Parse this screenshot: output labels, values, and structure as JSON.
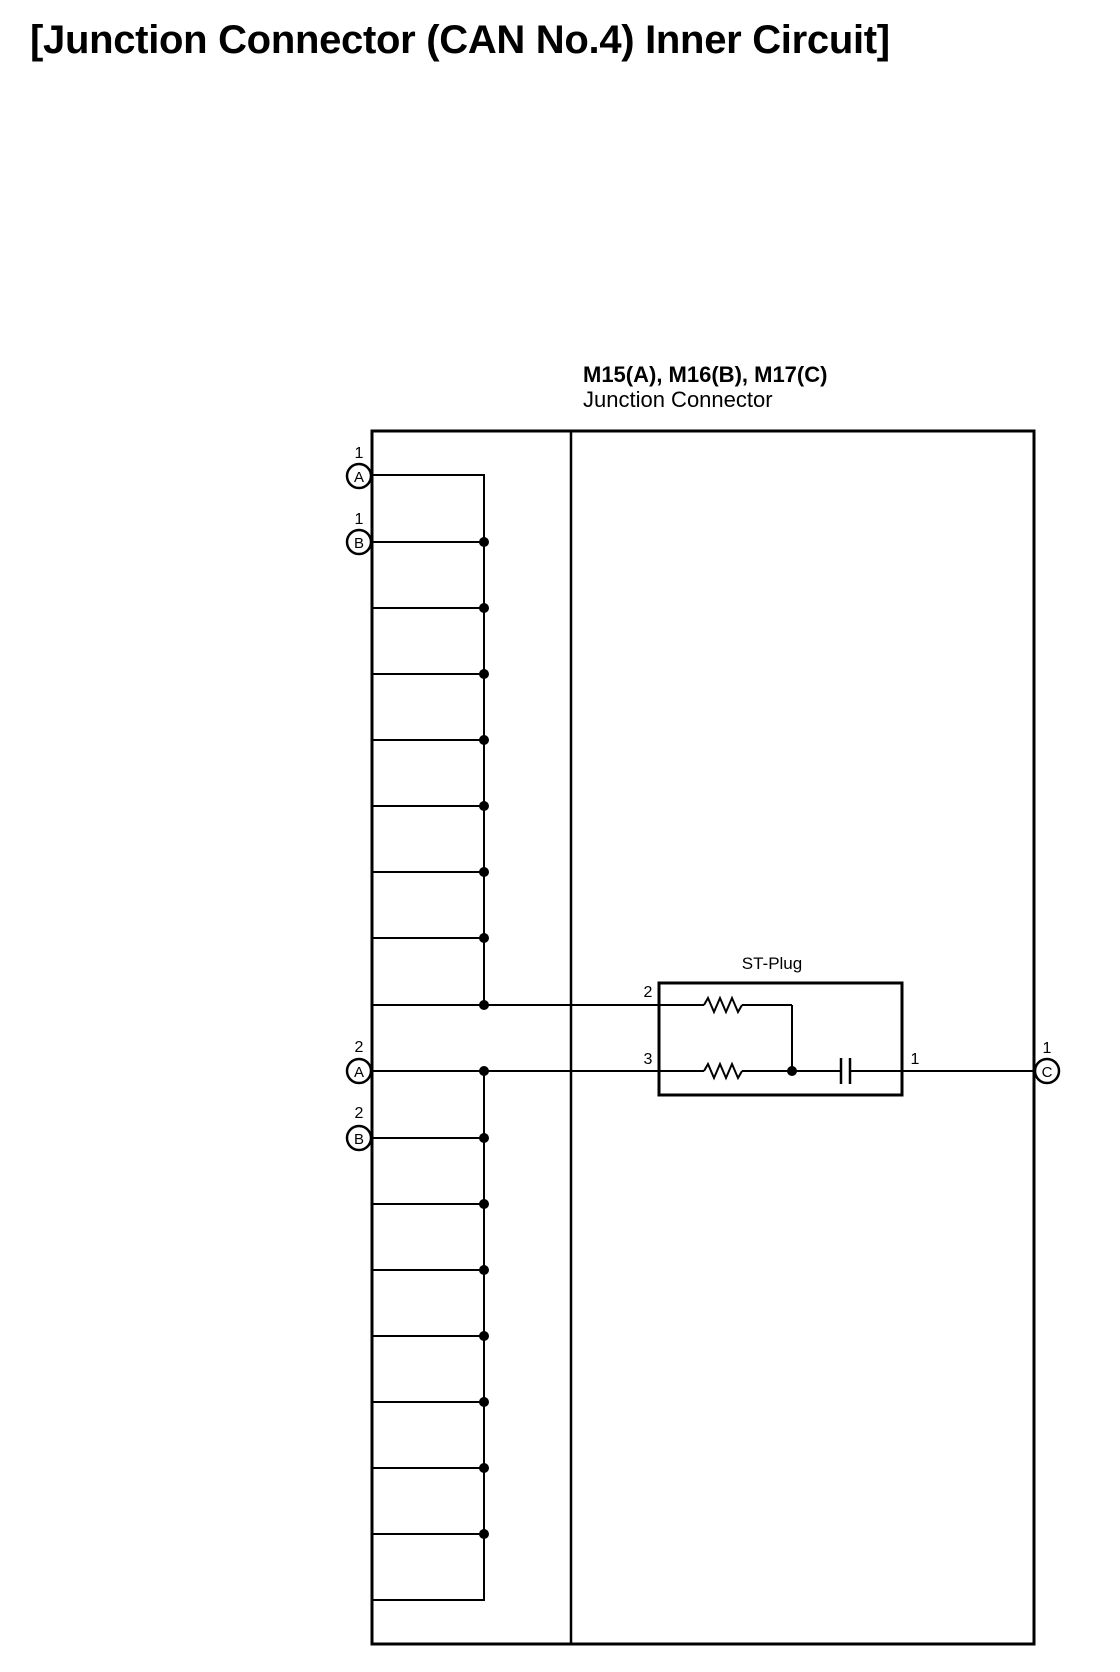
{
  "title": "[Junction Connector (CAN No.4) Inner Circuit]",
  "connector": {
    "ids": "M15(A), M16(B), M17(C)",
    "name": "Junction Connector"
  },
  "terminals": [
    {
      "letter": "A",
      "pin": "1"
    },
    {
      "letter": "B",
      "pin": "1"
    },
    {
      "letter": "A",
      "pin": "2"
    },
    {
      "letter": "B",
      "pin": "2"
    },
    {
      "letter": "C",
      "pin": "1"
    }
  ],
  "st_plug": {
    "label": "ST-Plug",
    "pin_top": "2",
    "pin_bottom": "3",
    "pin_right": "1"
  }
}
